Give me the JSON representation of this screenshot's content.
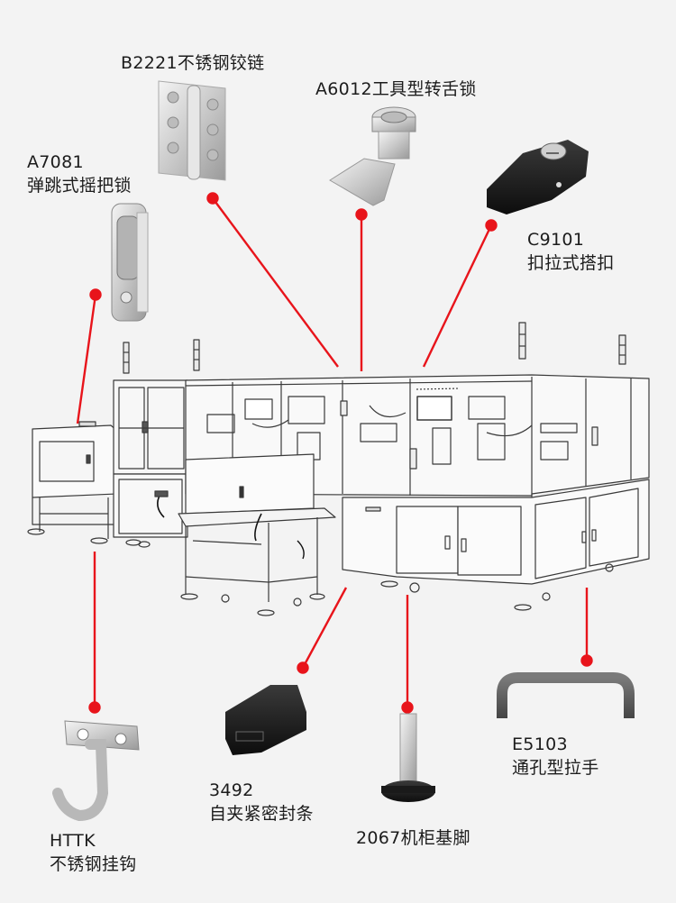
{
  "diagram": {
    "accent_color": "#e8141b",
    "background_color": "#f3f3f3",
    "machine": {
      "name": "automated-assembly-line",
      "icon": "machine-line-drawing"
    },
    "parts": [
      {
        "id": "b2221",
        "code": "B2221",
        "name": "不锈钢铰链",
        "icon": "hinge-icon"
      },
      {
        "id": "a6012",
        "code": "A6012",
        "name": "工具型转舌锁",
        "icon": "cam-lock-icon"
      },
      {
        "id": "a7081",
        "code": "A7081",
        "name": "弹跳式摇把锁",
        "icon": "swing-handle-lock-icon"
      },
      {
        "id": "c9101",
        "code": "C9101",
        "name": "扣拉式搭扣",
        "icon": "draw-latch-icon"
      },
      {
        "id": "e5103",
        "code": "E5103",
        "name": "通孔型拉手",
        "icon": "pull-handle-icon"
      },
      {
        "id": "p3492",
        "code": "3492",
        "name": "自夹紧密封条",
        "icon": "seal-strip-icon"
      },
      {
        "id": "p2067",
        "code": "2067",
        "name": "机柜基脚",
        "icon": "leveling-foot-icon"
      },
      {
        "id": "httk",
        "code": "HTTK",
        "name": "不锈钢挂钩",
        "icon": "hook-icon"
      }
    ]
  }
}
